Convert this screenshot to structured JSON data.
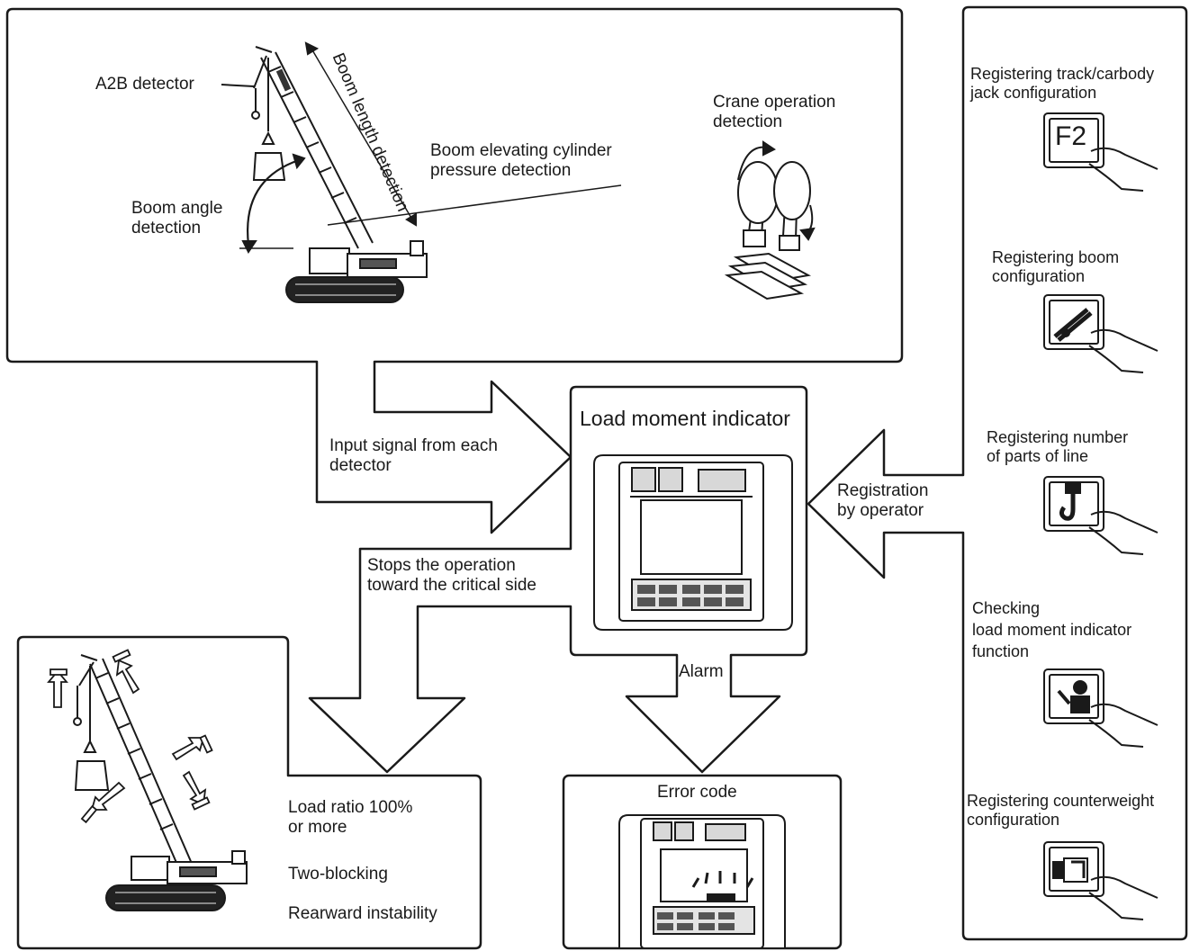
{
  "detection_panel": {
    "a2b_detector": "A2B detector",
    "boom_length_detection": "Boom length detection",
    "boom_elevating_cylinder": "Boom elevating cylinder\npressure detection",
    "boom_angle_detection": "Boom angle\ndetection",
    "crane_operation_detection": "Crane operation\ndetection"
  },
  "flow": {
    "input_signal": "Input signal from each\ndetector",
    "load_moment_indicator": "Load moment indicator",
    "registration_by_operator": "Registration\nby operator",
    "stops_operation": "Stops the operation\ntoward the critical side",
    "alarm": "Alarm",
    "error_code": "Error code"
  },
  "conditions": {
    "load_ratio": "Load ratio 100%\nor more",
    "two_blocking": "Two-blocking",
    "rearward_instability": "Rearward instability"
  },
  "registration_panel": {
    "track_carbody": "Registering track/carbody\njack configuration",
    "f2_key": "F2",
    "boom_configuration": "Registering boom\nconfiguration",
    "parts_of_line": "Registering number\nof parts of line",
    "lmi_function": "Checking\nload moment indicator\nfunction",
    "counterweight": "Registering counterweight\nconfiguration"
  },
  "icons": [
    "crane-icon",
    "finger-press-icon",
    "boom-key-icon",
    "hook-key-icon",
    "check-key-icon",
    "counterweight-key-icon",
    "lever-icon",
    "lmi-display-icon"
  ],
  "colors": {
    "line": "#1a1a1a",
    "background": "#ffffff",
    "fill": "#ffffff"
  }
}
